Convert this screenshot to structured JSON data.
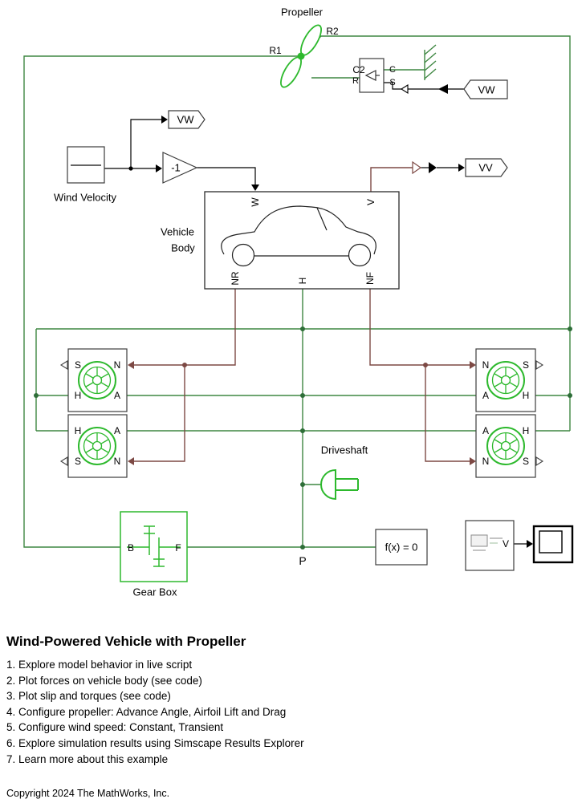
{
  "model": {
    "propeller": {
      "name": "Propeller",
      "ports": {
        "r1": "R1",
        "r2": "R2",
        "c2": "C2"
      }
    },
    "velocity_source": {
      "ports": {
        "c": "C",
        "r": "R",
        "s": "S"
      }
    },
    "tags": {
      "wind": "VW",
      "velocity": "VV"
    },
    "wind_velocity": {
      "name": "Wind Velocity"
    },
    "gain": {
      "value": "-1"
    },
    "vehicle_body": {
      "name_line1": "Vehicle",
      "name_line2": "Body",
      "ports": {
        "w": "W",
        "v": "V",
        "nr": "NR",
        "h": "H",
        "nf": "NF"
      }
    },
    "wheel_ports": {
      "s": "S",
      "n": "N",
      "h": "H",
      "a": "A"
    },
    "driveshaft": {
      "name": "Driveshaft"
    },
    "gear_box": {
      "name": "Gear Box",
      "ports": {
        "b": "B",
        "f": "F"
      }
    },
    "solver": {
      "label": "f(x) = 0"
    },
    "scope_subsystem": {
      "port": "V"
    },
    "node_p": "P"
  },
  "icons": {
    "propeller": "propeller-icon",
    "wheel": "wheel-icon",
    "gear": "gear-icon",
    "driveshaft": "inertia-icon",
    "ground": "mechanical-reference-icon",
    "scope": "scope-icon"
  },
  "colors": {
    "physical_line_green": "#3f8742",
    "physical_line_maroon": "#7d4944",
    "block_green": "#2db92d",
    "signal_black": "#000000"
  },
  "annotation": {
    "title": "Wind-Powered Vehicle with Propeller",
    "steps": [
      "1. Explore model behavior in live script",
      "2. Plot forces on vehicle body (see code)",
      "3. Plot slip and torques (see code)",
      "4. Configure propeller: Advance Angle, Airfoil Lift and Drag",
      "5. Configure wind speed: Constant, Transient",
      "6. Explore simulation results using Simscape Results Explorer",
      "7. Learn more about this example"
    ],
    "copyright": "Copyright 2024 The MathWorks, Inc."
  }
}
